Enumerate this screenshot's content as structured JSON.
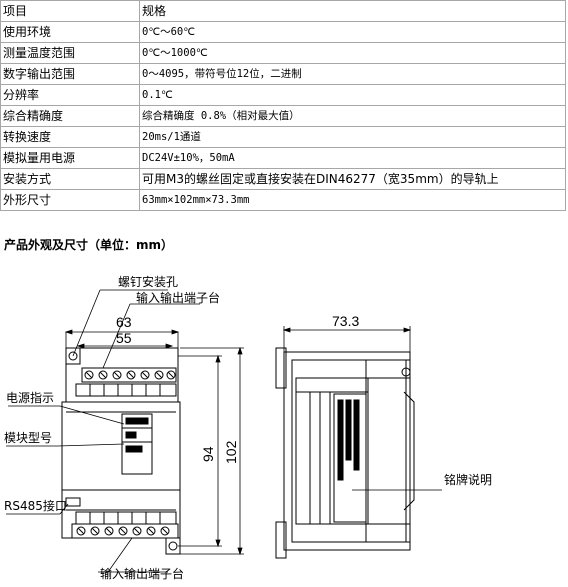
{
  "specs": [
    {
      "key": "项目",
      "value": "规格"
    },
    {
      "key": "使用环境",
      "value": "0℃～60℃"
    },
    {
      "key": "测量温度范围",
      "value": "0℃～1000℃"
    },
    {
      "key": "数字输出范围",
      "value": "0～4095，带符号位12位，二进制"
    },
    {
      "key": "分辨率",
      "value": "0.1℃"
    },
    {
      "key": "综合精确度",
      "value": "综合精确度 0.8%（相对最大值）"
    },
    {
      "key": "转换速度",
      "value": "20ms/1通道"
    },
    {
      "key": "模拟量用电源",
      "value": "DC24V±10%，50mA"
    },
    {
      "key": "安装方式",
      "value": "可用M3的螺丝固定或直接安装在DIN46277（宽35mm）的导轨上"
    },
    {
      "key": "外形尺寸",
      "value": "63mm×102mm×73.3mm"
    }
  ],
  "section_title": "产品外观及尺寸（单位：mm）",
  "drawing": {
    "front_labels": {
      "screw_hole": "螺钉安装孔",
      "terminal_top": "输入输出端子台",
      "power_led": "电源指示",
      "model_no": "模块型号",
      "rs485": "RS485接口",
      "terminal_bottom": "输入输出端子台"
    },
    "dims": {
      "width_outer": "63",
      "width_inner": "55",
      "height_inner": "94",
      "height_outer": "102",
      "depth": "73.3"
    },
    "side_labels": {
      "nameplate": "铭牌说明"
    }
  }
}
